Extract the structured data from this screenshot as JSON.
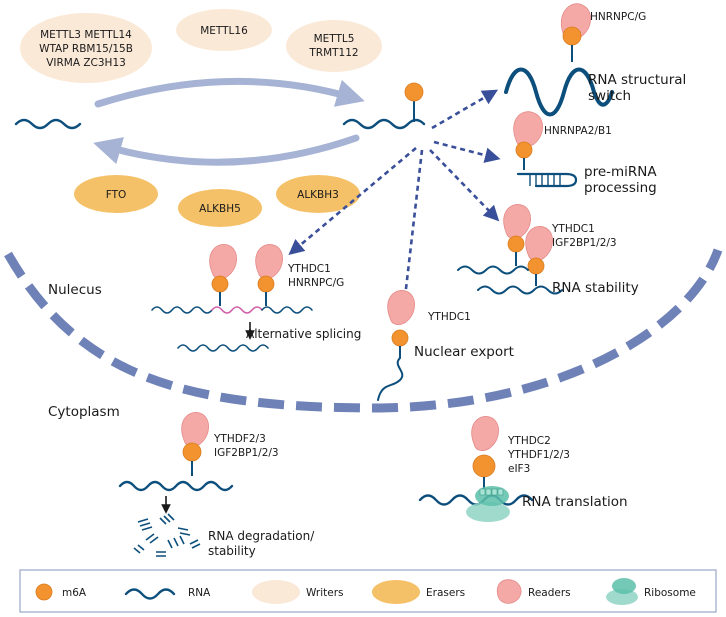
{
  "writers": {
    "group1": [
      "METTL3 METTL14",
      "WTAP RBM15/15B",
      "VIRMA ZC3H13"
    ],
    "group2": "METTL16",
    "group3": [
      "METTL5",
      "TRMT112"
    ]
  },
  "erasers": [
    "FTO",
    "ALKBH5",
    "ALKBH3"
  ],
  "compartments": {
    "nucleus": "Nulecus",
    "cytoplasm": "Cytoplasm"
  },
  "outcomes": {
    "structural": {
      "readers": "HNRNPC/G",
      "label": [
        "RNA structural",
        "switch"
      ]
    },
    "mirna": {
      "readers": "HNRNPA2/B1",
      "label": [
        "pre-miRNA",
        "processing"
      ]
    },
    "stability": {
      "readers": [
        "YTHDC1",
        "IGF2BP1/2/3"
      ],
      "label": "RNA stability"
    },
    "splicing": {
      "readers": [
        "YTHDC1",
        "HNRNPC/G"
      ],
      "label": "Alternative  splicing"
    },
    "export": {
      "readers": "YTHDC1",
      "label": "Nuclear export"
    },
    "degradation": {
      "readers": [
        "YTHDF2/3",
        "IGF2BP1/2/3"
      ],
      "label": [
        "RNA degradation/",
        "stability"
      ]
    },
    "translation": {
      "readers": [
        "YTHDC2",
        "YTHDF1/2/3",
        "eIF3"
      ],
      "label": "RNA translation"
    }
  },
  "legend": {
    "m6a": "m6A",
    "rna": "RNA",
    "writers": "Writers",
    "erasers": "Erasers",
    "readers": "Readers",
    "ribosome": "Ribosome"
  },
  "colors": {
    "m6a": "#f2932f",
    "rna": "#0d4f7c",
    "writers": "#fbe9d8",
    "erasers": "#f5c168",
    "readers": "#f4a9a6",
    "ribosome": "#8fd3c4",
    "arrows": "#3a4f9a",
    "membrane": "#6f82b8"
  }
}
